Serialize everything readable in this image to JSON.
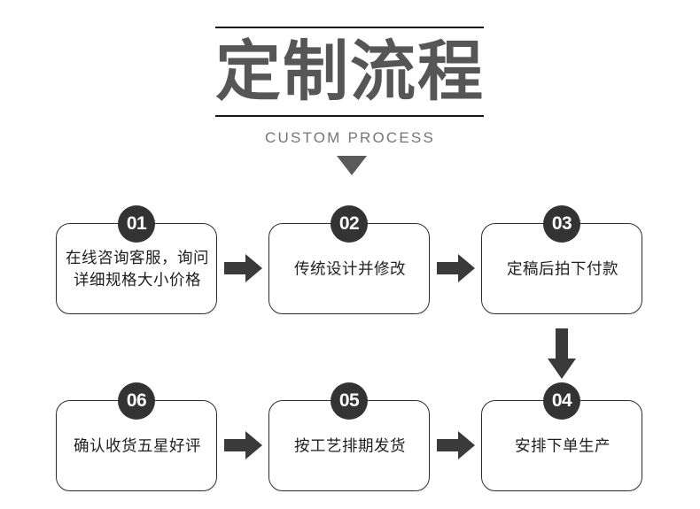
{
  "header": {
    "title": "定制流程",
    "subtitle": "CUSTOM PROCESS",
    "triangle_icon": "triangle-down-icon",
    "rule_color": "#151515",
    "title_color": "#565656",
    "subtitle_color": "#767676"
  },
  "theme": {
    "background": "#ffffff",
    "box_border": "#2b2b2b",
    "badge_background": "#333333",
    "badge_text": "#ffffff",
    "arrow_color": "#3a3a3a",
    "text_color": "#1e1e1e"
  },
  "flow": {
    "rows": [
      {
        "steps": [
          {
            "number": "01",
            "label": "在线咨询客服，询问\n详细规格大小价格"
          },
          {
            "number": "02",
            "label": "传统设计并修改"
          },
          {
            "number": "03",
            "label": "定稿后拍下付款"
          }
        ],
        "connectors": [
          "arrow-right-icon",
          "arrow-right-icon"
        ]
      },
      {
        "steps": [
          {
            "number": "06",
            "label": "确认收货五星好评"
          },
          {
            "number": "05",
            "label": "按工艺排期发货"
          },
          {
            "number": "04",
            "label": "安排下单生产"
          }
        ],
        "connectors": [
          "arrow-right-icon",
          "arrow-right-icon"
        ]
      }
    ],
    "row_connector": "arrow-down-icon"
  }
}
